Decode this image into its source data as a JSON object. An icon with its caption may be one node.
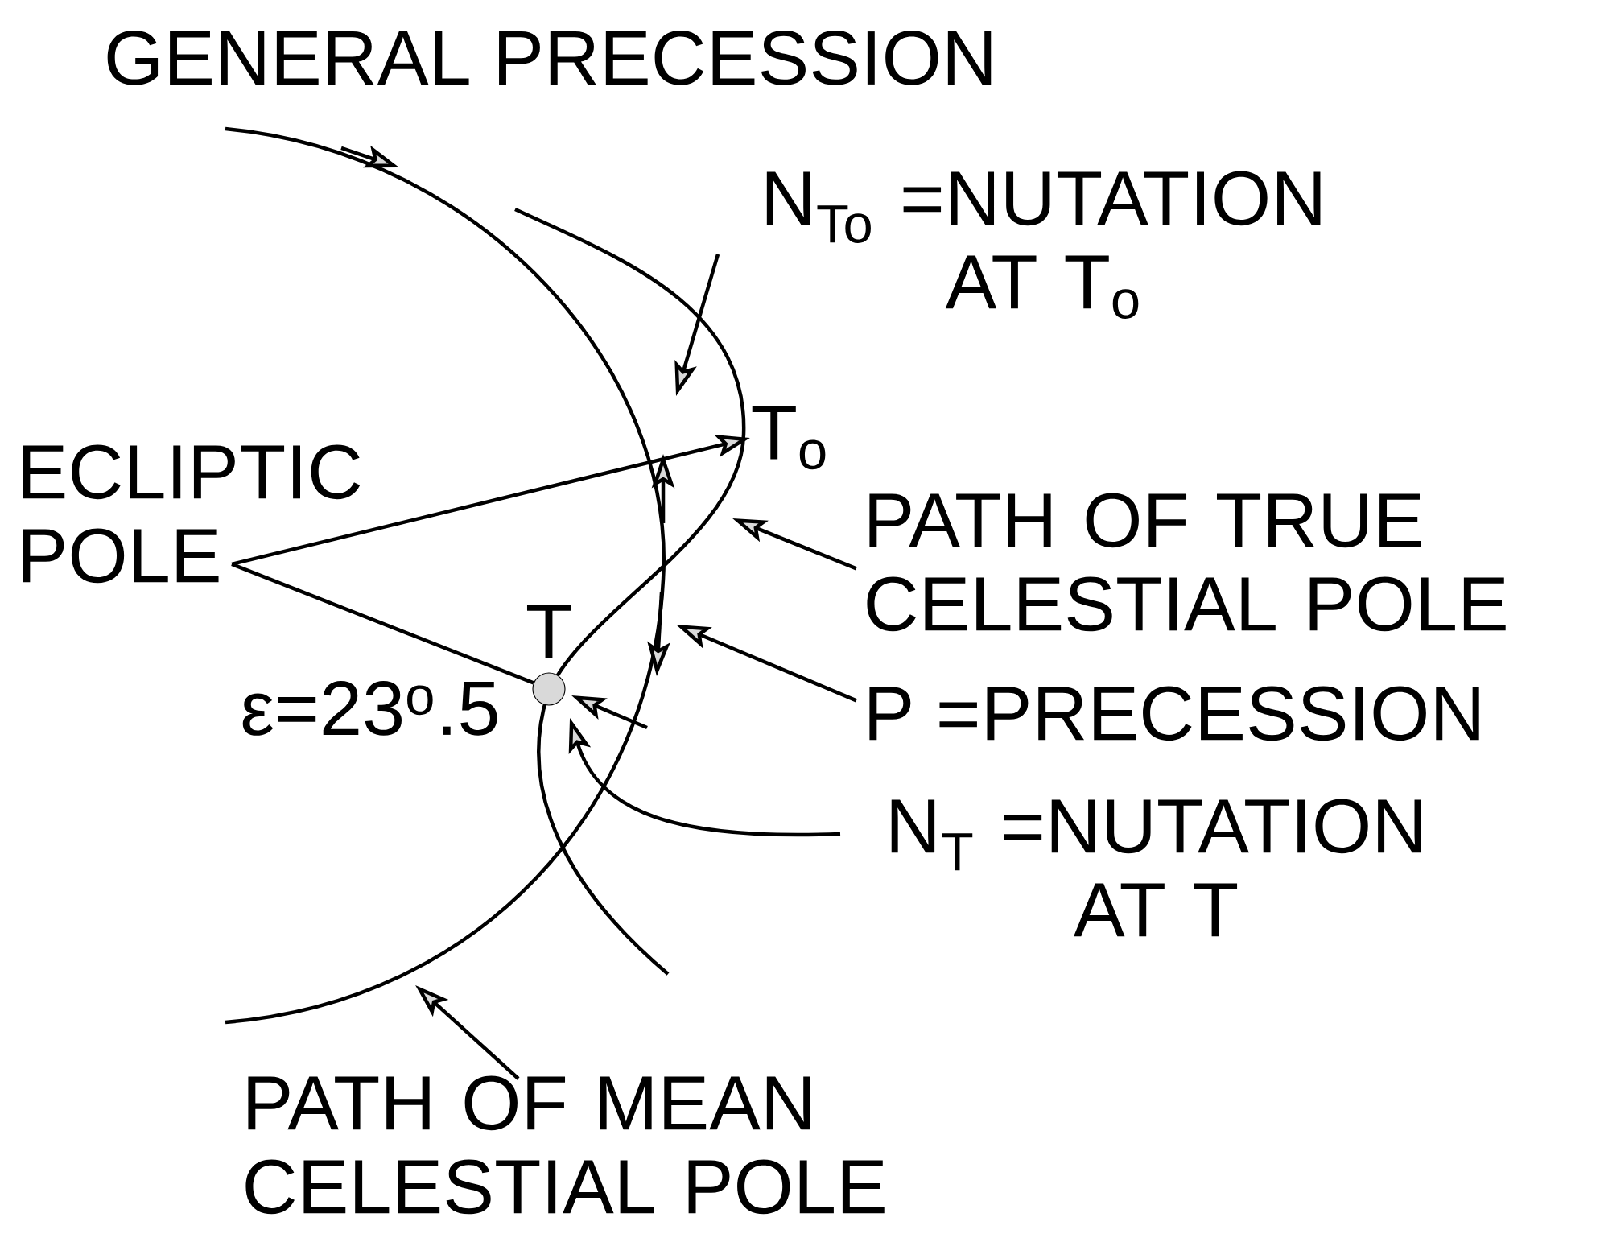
{
  "diagram": {
    "title": "GENERAL PRECESSION",
    "nodes": [
      {
        "text": [
          "N$_{To}$ =NUTATION AT T$_{o}$"
        ]
      },
      {
        "text": [
          "T$_{o}$"
        ]
      },
      {
        "text": [
          "ECLIPTIC POLE"
        ]
      },
      {
        "text": [
          "PATH OF TRUE CELESTIAL POLE"
        ]
      },
      {
        "text": [],
        "shape": "circle",
        "beside": [
          "T"
        ]
      },
      {
        "text": [
          "P =PRECESSION"
        ]
      },
      {
        "text": [
          "N$_{T}$ =NUTATION AT T"
        ]
      },
      {
        "text": [
          "PATH OF MEAN CELESTIAL POLE"
        ]
      }
    ],
    "edges": [
      {
        "from": 2,
        "to": 1,
        "arrow": "to"
      },
      {
        "from": 2,
        "to": 4,
        "arrow": "none"
      },
      {
        "from": 0,
        "to": null,
        "arrow": "to"
      },
      {
        "from": 3,
        "to": null,
        "arrow": "to"
      },
      {
        "from": 5,
        "to": null,
        "arrow": "to"
      },
      {
        "from": 6,
        "to": null,
        "arrow": "to"
      },
      {
        "from": 7,
        "to": null,
        "arrow": "to"
      }
    ],
    "labels": [
      "ε=23$^{o}$.5"
    ]
  }
}
